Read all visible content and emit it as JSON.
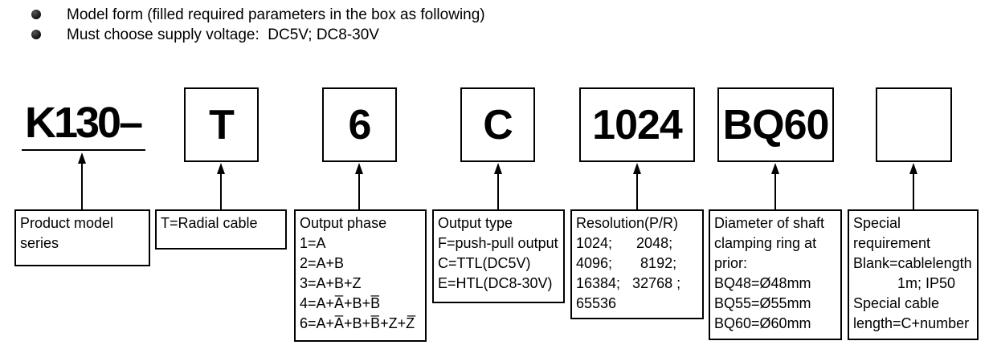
{
  "bullets": [
    {
      "text": "Model form (filled required parameters in the box as following)"
    },
    {
      "text": "Must choose supply voltage:  DC5V; DC8-30V"
    }
  ],
  "model_code": {
    "prefix": "K130–",
    "segments": [
      "T",
      "6",
      "C",
      "1024",
      "BQ60",
      ""
    ]
  },
  "descriptions": [
    {
      "id": "product-model-series",
      "text": "Product model\nseries"
    },
    {
      "id": "cable-orientation",
      "text": "T=Radial cable"
    },
    {
      "id": "output-phase",
      "text": "Output phase\n1=A\n2=A+B\n3=A+B+Z\n4=A+A̅+B+B̅\n6=A+A̅+B+B̅+Z+Z̅"
    },
    {
      "id": "output-type",
      "text": "Output type\nF=push-pull output\nC=TTL(DC5V)\nE=HTL(DC8-30V)"
    },
    {
      "id": "resolution",
      "text": "Resolution(P/R)\n1024;      2048;\n4096;       8192;\n16384;   32768 ;\n65536"
    },
    {
      "id": "shaft-clamping-diameter",
      "text": "Diameter of shaft\nclamping ring at\nprior:\nBQ48=Ø48mm\nBQ55=Ø55mm\nBQ60=Ø60mm"
    },
    {
      "id": "special-requirement",
      "text": "Special\nrequirement\nBlank=cablelength\n           1m; IP50\nSpecial cable\nlength=C+number"
    }
  ]
}
